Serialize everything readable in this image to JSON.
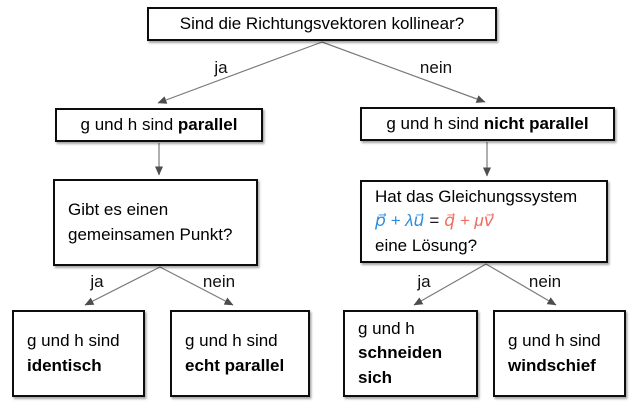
{
  "nodes": {
    "root": {
      "text": "Sind die Richtungsvektoren kollinear?"
    },
    "parallel": {
      "normal": "g und h sind ",
      "bold": "parallel"
    },
    "nicht_parallel": {
      "normal": "g und h sind ",
      "bold": "nicht parallel"
    },
    "gemeinsamer_punkt": {
      "line1": "Gibt es einen",
      "line2": "gemeinsamen Punkt?"
    },
    "gleichungssystem": {
      "line1": "Hat das Gleichungssystem",
      "eq_lhs": "p⃗ + λu⃗",
      "eq_sign": "=",
      "eq_rhs": "q⃗ + μv⃗",
      "line3": "eine Lösung?"
    },
    "identisch": {
      "line1": "g und h sind",
      "bold": "identisch"
    },
    "echt_parallel": {
      "line1": "g und h sind",
      "bold": "echt parallel"
    },
    "schneiden_sich": {
      "line1": "g und h",
      "bold1": "schneiden",
      "bold2": "sich"
    },
    "windschief": {
      "line1": "g und h sind",
      "bold": "windschief"
    }
  },
  "labels": {
    "ja": "ja",
    "nein": "nein"
  },
  "colors": {
    "eq_blue": "#2d8de0",
    "eq_red": "#ee6e5f",
    "line_gray": "#7a7a7a",
    "arrowhead_gray": "#4d4d4d",
    "border_black": "#0d0d0d"
  }
}
